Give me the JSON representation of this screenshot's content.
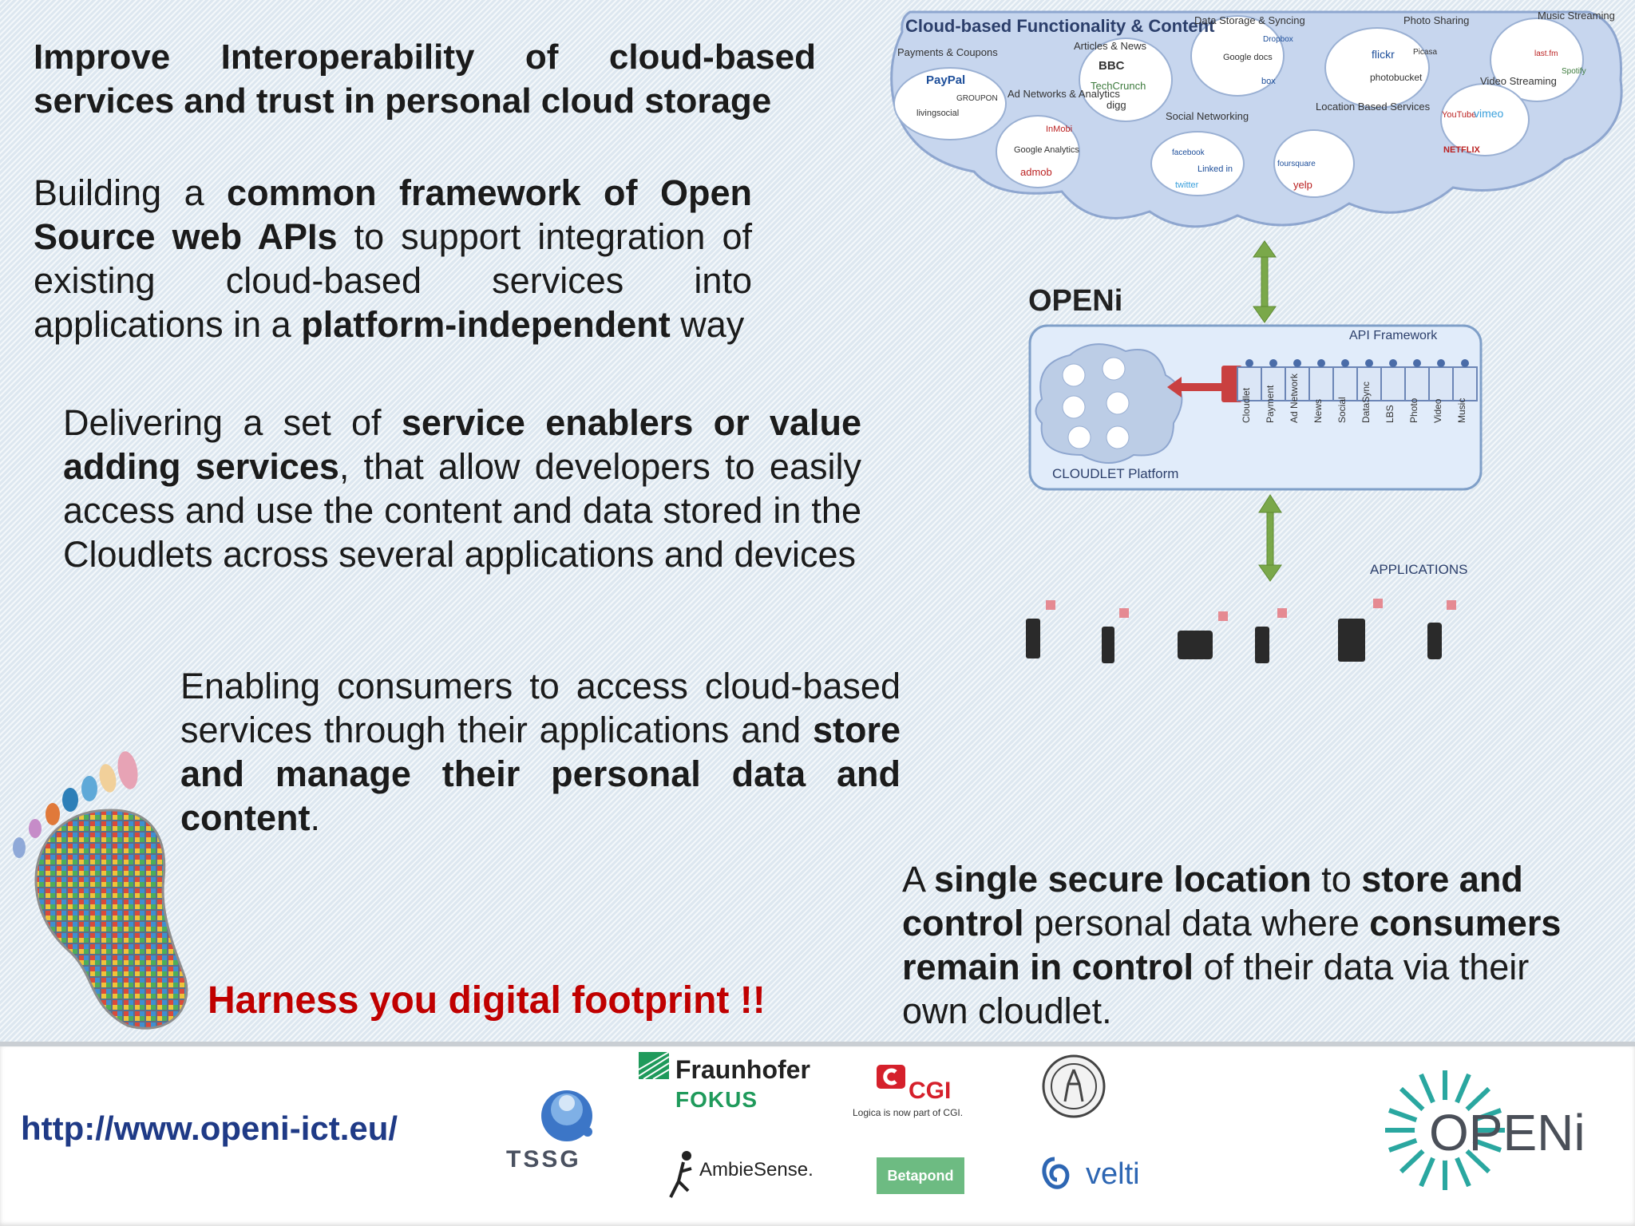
{
  "paragraphs": {
    "p1": "Improve Interoperability of cloud-based services and trust in personal cloud storage",
    "p2": {
      "t1": "Building a ",
      "b1": "common framework of Open Source web APIs",
      "t2": " to support integration of existing cloud-based services into applications in a ",
      "b2": "platform-independent",
      "t3": " way"
    },
    "p3": {
      "t1": "Delivering a set of ",
      "b1": "service enablers or value adding services",
      "t2": ", that allow developers to easily access and use the content and data stored in the Cloudlets across several applications and devices"
    },
    "p4": {
      "t1": "Enabling consumers to access cloud-based services through their applications and ",
      "b1": "store and manage their personal data and content",
      "t2": "."
    },
    "p5": {
      "t1": "A ",
      "b1": "single secure location",
      "t2": " to ",
      "b2": "store and control",
      "t3": " personal data where ",
      "b3": "consumers remain in control",
      "t4": " of their data via their own cloudlet."
    }
  },
  "slogan": "Harness you digital footprint !!",
  "url": "http://www.openi-ict.eu/",
  "diagram": {
    "cloud_title": "Cloud-based Functionality & Content",
    "cloud_labels": [
      "Payments & Coupons",
      "Articles & News",
      "Data Storage & Syncing",
      "Photo Sharing",
      "Music Streaming",
      "Ad Networks & Analytics",
      "Social Networking",
      "Location Based Services",
      "Video Streaming"
    ],
    "brands": [
      "PayPal",
      "GROUPON",
      "livingsocial",
      "BBC",
      "TechCrunch",
      "digg",
      "Google docs",
      "Dropbox",
      "box",
      "flickr",
      "Picasa",
      "photobucket",
      "last.fm",
      "Spotify",
      "InMobi",
      "Google Analytics",
      "admob",
      "facebook",
      "Linked in",
      "twitter",
      "foursquare",
      "yelp",
      "YouTube",
      "vimeo",
      "NETFLIX"
    ],
    "openi_logo": "OPENi",
    "api_framework": "API Framework",
    "cloudlet_platform": "CLOUDLET Platform",
    "api_columns": [
      "Cloudlet",
      "Payment",
      "Ad Network",
      "News",
      "Social",
      "DataSync",
      "LBS",
      "Photo",
      "Video",
      "Music"
    ],
    "applications": "APPLICATIONS"
  },
  "partners": {
    "fraunhofer": "Fraunhofer",
    "fokus": "FOKUS",
    "cgi": "CGI",
    "logica": "Logica is now part of CGI.",
    "tssg": "TSSG",
    "ambiesense": "AmbieSense.",
    "betapond": "Betapond",
    "velti": "velti",
    "openi": "OPENi"
  },
  "colors": {
    "slogan": "#c00000",
    "url": "#1f3a86",
    "arrow_green": "#7aa84a",
    "frame_border": "#7f9fc8",
    "openi_logo": "#2aa7a0"
  }
}
